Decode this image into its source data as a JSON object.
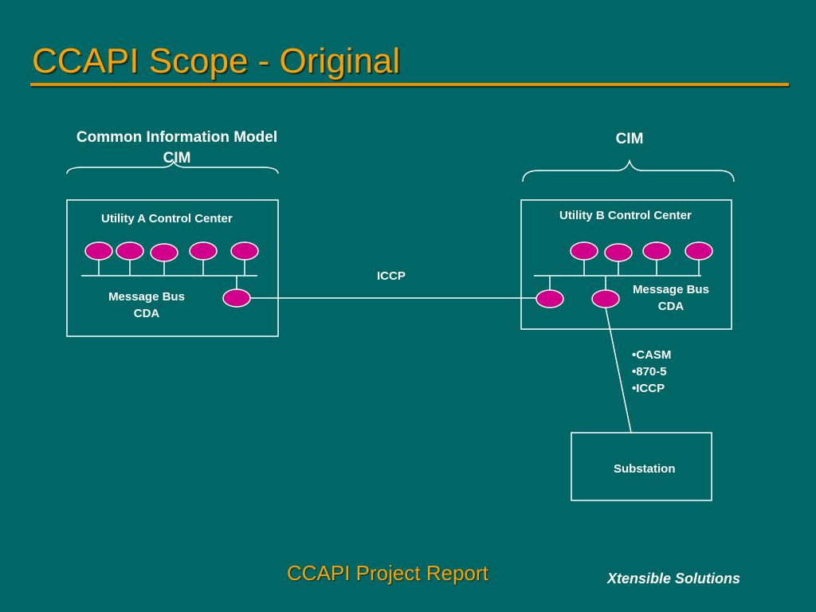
{
  "title": "CCAPI Scope - Original",
  "left_group": {
    "heading_line1": "Common Information Model",
    "heading_line2": "CIM"
  },
  "right_group": {
    "heading": "CIM"
  },
  "utility_a": {
    "label": "Utility A Control Center",
    "bus_line1": "Message Bus",
    "bus_line2": "CDA"
  },
  "utility_b": {
    "label": "Utility B Control Center",
    "bus_line1": "Message Bus",
    "bus_line2": "CDA"
  },
  "link_label": "ICCP",
  "protocols": [
    "•CASM",
    "•870-5",
    "•ICCP"
  ],
  "substation": {
    "label": "Substation"
  },
  "footer": {
    "center": "CCAPI Project Report",
    "right": "Xtensible Solutions"
  },
  "colors": {
    "background": "#006666",
    "title": "#ffa000",
    "node": "#d0008a",
    "line": "#ffffff"
  }
}
